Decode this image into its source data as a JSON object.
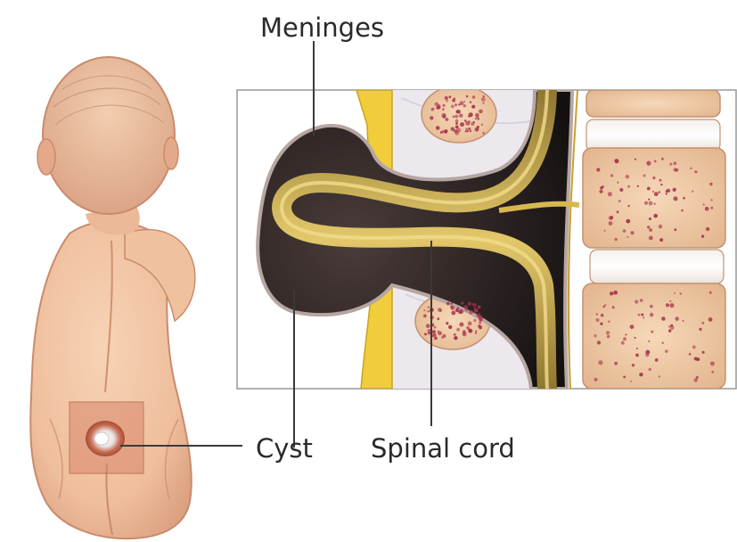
{
  "labels": {
    "meninges": "Meninges",
    "cyst": "Cyst",
    "spinal_cord": "Spinal cord"
  },
  "colors": {
    "skin": "#f0c3a3",
    "skin_shadow": "#d9987a",
    "bone": "#f1ceaa",
    "marrow_dot": "#a8324a",
    "nerve_yellow": "#e7c455",
    "cord": "#c9aa50",
    "csf_dark": "#211b1b",
    "fat_yellow": "#f1cd3c",
    "leader_line": "#3a3a3a"
  }
}
